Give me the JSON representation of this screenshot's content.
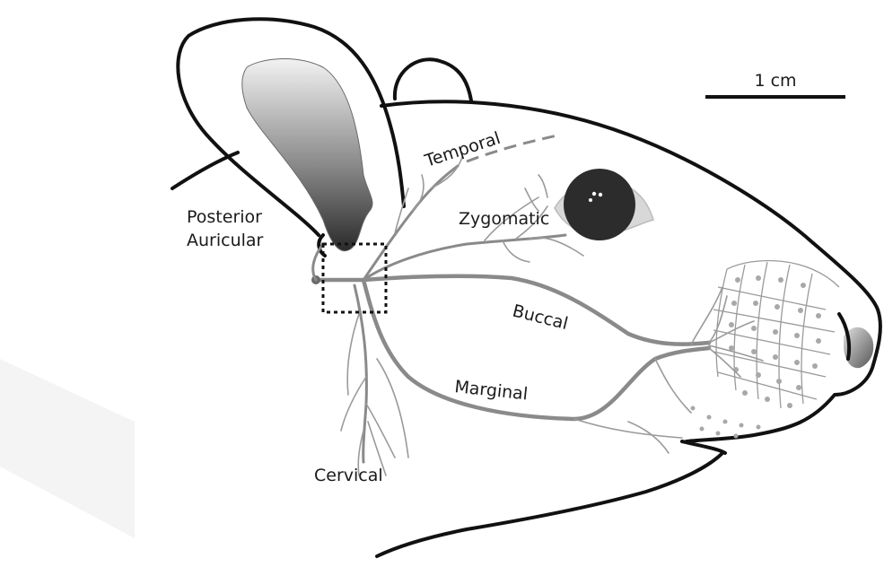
{
  "scale_bar": {
    "label": "1 cm"
  },
  "labels": {
    "temporal": "Temporal",
    "zygomatic": "Zygomatic",
    "posterior_line1": "Posterior",
    "posterior_line2": "Auricular",
    "buccal": "Buccal",
    "marginal": "Marginal",
    "cervical": "Cervical"
  },
  "colors": {
    "outline": "#111111",
    "nerve": "#8a8a8a",
    "ear_gradient_dark": "#2a2a2a",
    "eye": "#2c2c2c"
  }
}
